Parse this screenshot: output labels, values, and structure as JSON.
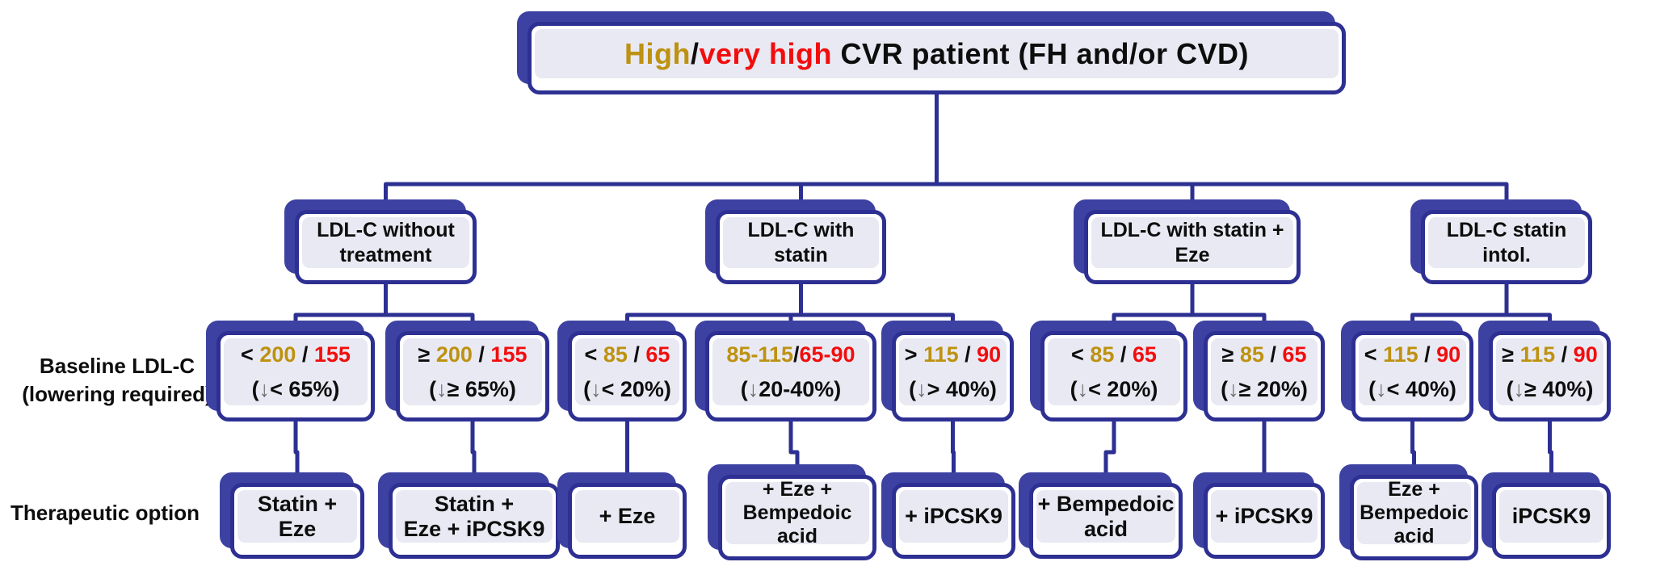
{
  "title": {
    "high": "High",
    "slash": "/",
    "very_high": "very high",
    "rest": " CVR patient (FH and/or CVD)"
  },
  "side_labels": {
    "baseline_line1": "Baseline LDL-C",
    "baseline_line2": "(lowering required)",
    "therapeutic": "Therapeutic option"
  },
  "level2": [
    {
      "lines": [
        "LDL-C without",
        "treatment"
      ]
    },
    {
      "lines": [
        "LDL-C with",
        "statin"
      ]
    },
    {
      "lines": [
        "LDL-C with statin +",
        "Eze"
      ]
    },
    {
      "lines": [
        "LDL-C statin",
        "intol."
      ]
    }
  ],
  "baseline": [
    {
      "prefix": "< ",
      "gold": "200",
      "sep": " / ",
      "red": "155",
      "drop_pre": "(",
      "drop_arrow": "↓",
      "drop_post": "< 65%)"
    },
    {
      "prefix": "≥ ",
      "gold": "200",
      "sep": " / ",
      "red": "155",
      "drop_pre": "(",
      "drop_arrow": "↓",
      "drop_post": "≥ 65%)"
    },
    {
      "prefix": "< ",
      "gold": "85",
      "sep": " / ",
      "red": "65",
      "drop_pre": "(",
      "drop_arrow": "↓",
      "drop_post": "< 20%)"
    },
    {
      "prefix": "",
      "gold": "85-115",
      "sep": "/",
      "red": "65-90",
      "drop_pre": "(",
      "drop_arrow": "↓",
      "drop_post": "20-40%)"
    },
    {
      "prefix": "> ",
      "gold": "115",
      "sep": " / ",
      "red": "90",
      "drop_pre": "(",
      "drop_arrow": "↓",
      "drop_post": "> 40%)"
    },
    {
      "prefix": "< ",
      "gold": "85",
      "sep": " / ",
      "red": "65",
      "drop_pre": "(",
      "drop_arrow": "↓",
      "drop_post": "< 20%)"
    },
    {
      "prefix": "≥ ",
      "gold": "85",
      "sep": " / ",
      "red": "65",
      "drop_pre": "(",
      "drop_arrow": "↓",
      "drop_post": "≥ 20%)"
    },
    {
      "prefix": "< ",
      "gold": "115",
      "sep": " / ",
      "red": "90",
      "drop_pre": "(",
      "drop_arrow": "↓",
      "drop_post": "< 40%)"
    },
    {
      "prefix": "≥ ",
      "gold": "115",
      "sep": " / ",
      "red": "90",
      "drop_pre": "(",
      "drop_arrow": "↓",
      "drop_post": "≥ 40%)"
    }
  ],
  "therapies": [
    {
      "lines": [
        "Statin +",
        "Eze"
      ]
    },
    {
      "lines": [
        "Statin +",
        "Eze + iPCSK9"
      ]
    },
    {
      "lines": [
        "+ Eze"
      ]
    },
    {
      "lines": [
        "+ Eze +",
        "Bempedoic",
        "acid"
      ]
    },
    {
      "lines": [
        "+ iPCSK9"
      ]
    },
    {
      "lines": [
        "+ Bempedoic",
        "acid"
      ]
    },
    {
      "lines": [
        "+ iPCSK9"
      ]
    },
    {
      "lines": [
        "Eze +",
        "Bempedoic",
        "acid"
      ]
    },
    {
      "lines": [
        "iPCSK9"
      ]
    }
  ],
  "colors": {
    "navy_border": "#2d3092",
    "navy_shadow": "#3d41a1",
    "card_fill": "#e9e9f3",
    "gold": "#bd9210",
    "red": "#f20d0d",
    "text": "#0d0d0d"
  }
}
